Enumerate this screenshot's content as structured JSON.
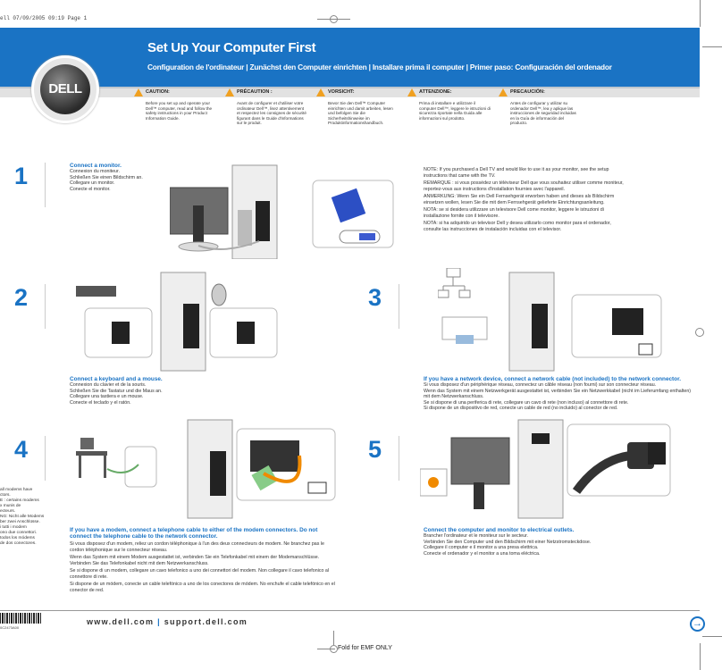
{
  "slug": "ell 07/09/2005 09:19 Page 1",
  "header": {
    "logo": "DELL",
    "title": "Set Up Your Computer First",
    "subtitle": "Configuration de l'ordinateur | Zunächst den Computer einrichten | Installare prima il computer | Primer paso: Configuración del ordenador",
    "cautions": [
      {
        "label": "CAUTION:",
        "text": "Before you set up and operate your Dell™ computer, read and follow the safety instructions in your Product Information Guide."
      },
      {
        "label": "PRÉCAUTION :",
        "text": "Avant de configurer et d'utiliser votre ordinateur Dell™, lisez attentivement et respectez les consignes de sécurité figurant dans le Guide d'informations sur le produit."
      },
      {
        "label": "VORSICHT:",
        "text": "Bevor Sie den Dell™ Computer einrichten und damit arbeiten, lesen und befolgen Sie die Sicherheitshinweise im Produktinformationshandbuch."
      },
      {
        "label": "ATTENZIONE:",
        "text": "Prima di installare e utilizzare il computer Dell™, leggere le istruzioni di sicurezza riportate nella Guida alle informazioni sul prodotto."
      },
      {
        "label": "PRECAUCIÓN:",
        "text": "Antes de configurar y utilizar su ordenador Dell™, lea y aplique las instrucciones de seguridad incluidas en la Guía de información del producto."
      }
    ],
    "warning_icon": "warning-triangle-icon"
  },
  "steps": [
    {
      "number": "1",
      "heading": "Connect a monitor.",
      "lines": [
        "Connexion du moniteur.",
        "Schließen Sie einen Bildschirm an.",
        "Collegare un monitor.",
        "Conecte el monitor."
      ]
    },
    {
      "number": "2",
      "heading": "Connect a keyboard and a mouse.",
      "lines": [
        "Connexion du clavier et de la souris.",
        "Schließen Sie die Tastatur und die Maus an.",
        "Collegare una tastiera e un mouse.",
        "Conecte el teclado y el ratón."
      ]
    },
    {
      "number": "3",
      "heading": "If you have a network device, connect a network cable (not included) to the network connector.",
      "lines": [
        "Si vous disposez d'un périphérique réseau, connectez un câble réseau (non fourni) sur son connecteur réseau.",
        "Wenn das System mit einem Netzwerkgerät ausgestattet ist, verbinden Sie ein Netzwerkkabel (nicht im Lieferumfang enthalten) mit dem Netzwerkanschluss.",
        "Se si dispone di una periferica di rete, collegare un cavo di rete (non incluso) al connettore di rete.",
        "Si dispone de un dispositivo de red, conecte un cable de red (no incluido) al conector de red."
      ]
    },
    {
      "number": "4",
      "heading": "If you have a modem, connect a telephone cable to either of the modem connectors. Do not connect the telephone cable to the network connector.",
      "lines": [
        "Si vous disposez d'un modem, reliez un cordon téléphonique à l'un des deux connecteurs de modem. Ne branchez pas le cordon téléphonique sur le connecteur réseau.",
        "Wenn das System mit einem Modem ausgestattet ist, verbinden Sie ein Telefonkabel mit einem der Modemanschlüsse. Verbinden Sie das Telefonkabel nicht mit dem Netzwerkanschluss.",
        "Se si dispone di un modem, collegare un cavo telefonico a uno dei connettori del modem. Non collegare il cavo telefonico al connettore di rete.",
        "Si dispone de un módem, conecte un cable telefónico a uno de los conectores de módem. No enchufe el cable telefónico en el conector de red."
      ]
    },
    {
      "number": "5",
      "heading": "Connect the computer and monitor to electrical outlets.",
      "lines": [
        "Brancher l'ordinateur et le moniteur sur le secteur.",
        "Verbinden Sie den Computer und den Bildschirm mit einer Netzstromsteckdose.",
        "Collegare il computer e il monitor a una presa elettrica.",
        "Conecte el ordenador y el monitor a una toma eléctrica."
      ]
    }
  ],
  "note": [
    "NOTE: If you purchased a Dell TV and would like to use it as your monitor, see the setup instructions that came with the TV.",
    "REMARQUE : si vous possédez un téléviseur Dell que vous souhaitez utiliser comme moniteur, reportez-vous aux instructions d'installation fournies avec l'appareil.",
    "ANMERKUNG: Wenn Sie ein Dell Fernsehgerät erworben haben und dieses als Bildschirm einsetzen wollen, lesen Sie die mit dem Fernsehgerät gelieferte Einrichtungsanleitung.",
    "NOTA: se si desidera utilizzare un televisore Dell come monitor, leggere le istruzioni di installazione fornite con il televisore.",
    "NOTA: si ha adquirido un televisor Dell y desea utilizarlo como monitor para el ordenador, consulte las instrucciones de instalación incluidas con el televisor."
  ],
  "cutoff_note": [
    "all modems have",
    "ctors.",
    "E : certains modems",
    "x munis de",
    "ecteurs.",
    "NG: Nicht alle Modems",
    "ber zwei Anschlüsse.",
    "i tutti i modem",
    "ono due connettori.",
    "todos los módems",
    "de dos conectores."
  ],
  "footer": {
    "url1": "www.dell.com",
    "separator": "|",
    "url2": "support.dell.com",
    "barcode_text": "0C2473A00",
    "fold": "Fold for EMF ONLY",
    "next_icon": "arrow-right-circle-icon"
  },
  "colors": {
    "brand_blue": "#1a73c4",
    "caution_orange": "#f0a020",
    "bar_gray": "#e2e2e2"
  }
}
